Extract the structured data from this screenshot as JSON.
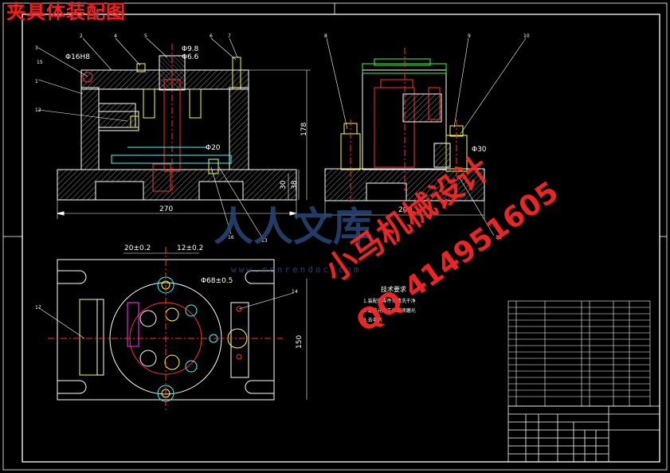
{
  "title": "夹具体装配图",
  "watermark": {
    "line1": "小马机械设计",
    "line2": "QQ 414951605",
    "brand": "人人文库",
    "url": "www.renrendoc.com"
  },
  "dimensions": {
    "front_width": "270",
    "front_height": "178",
    "front_base1": "30",
    "front_base2": "38",
    "side_width": "200",
    "top_height": "150",
    "dia_98": "Φ9.8",
    "dia_66": "Φ6.6",
    "dia_165": "Φ16H8",
    "dia_20": "Φ20",
    "dia_30": "Φ30",
    "dia_68": "Φ68±0.5",
    "dim_20": "20±0.2",
    "dim_12": "12±0.2"
  },
  "balloons": [
    "1",
    "2",
    "3",
    "4",
    "5",
    "6",
    "7",
    "8",
    "9",
    "10",
    "11",
    "12",
    "13",
    "14",
    "15",
    "16",
    "17"
  ],
  "tech_notes": {
    "heading": "技术要求",
    "line1": "1.装配前零件须清洗干净",
    "line2": "2.定位元件工作面须磨光",
    "line3": "3.去毛刺"
  },
  "colors": {
    "line": "#ffffff",
    "hatch": "#b8b8b8",
    "red": "#ff2020",
    "yellow": "#ffff33",
    "cyan": "#33ffff",
    "green": "#33ff33",
    "magenta": "#ff33ff"
  }
}
